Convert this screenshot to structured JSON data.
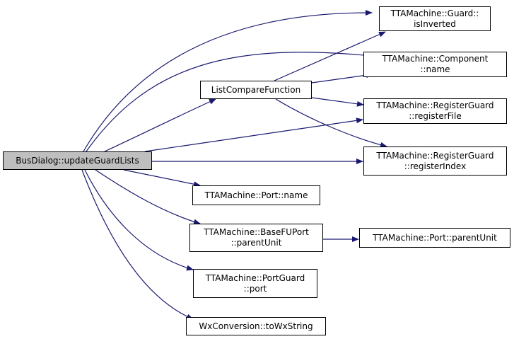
{
  "colors": {
    "edge": "#191970",
    "root_fill": "#bfbfbf",
    "node_fill": "#ffffff",
    "border": "#000000"
  },
  "nodes": {
    "root": {
      "label": "BusDialog::updateGuardLists"
    },
    "list_compare": {
      "label": "ListCompareFunction"
    },
    "guard_isinverted": {
      "line1": "TTAMachine::Guard::",
      "line2": "isInverted"
    },
    "component_name": {
      "line1": "TTAMachine::Component",
      "line2": "::name"
    },
    "registerguard_registerfile": {
      "line1": "TTAMachine::RegisterGuard",
      "line2": "::registerFile"
    },
    "registerguard_registerindex": {
      "line1": "TTAMachine::RegisterGuard",
      "line2": "::registerIndex"
    },
    "port_name": {
      "label": "TTAMachine::Port::name"
    },
    "basefuport_parentunit": {
      "line1": "TTAMachine::BaseFUPort",
      "line2": "::parentUnit"
    },
    "port_parentunit": {
      "label": "TTAMachine::Port::parentUnit"
    },
    "portguard_port": {
      "line1": "TTAMachine::PortGuard",
      "line2": "::port"
    },
    "wxconversion": {
      "label": "WxConversion::toWxString"
    }
  }
}
